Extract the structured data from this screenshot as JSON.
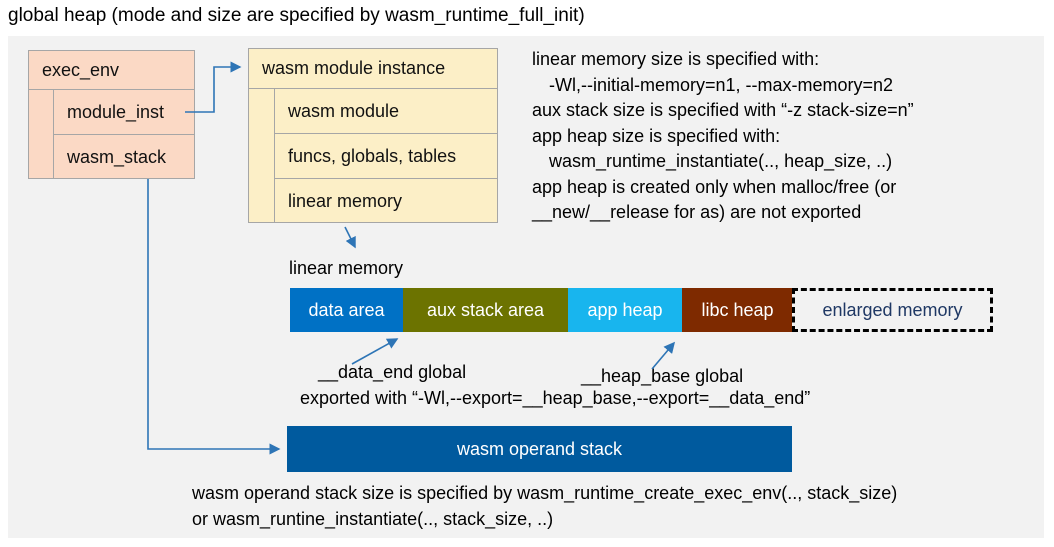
{
  "title": "global heap (mode and size are specified by wasm_runtime_full_init)",
  "exec_env": {
    "header": "exec_env",
    "rows": [
      "module_inst",
      "wasm_stack"
    ]
  },
  "module_instance": {
    "header": "wasm module instance",
    "rows": [
      "wasm module",
      "funcs, globals, tables",
      "linear memory"
    ]
  },
  "notes_right": {
    "lines": [
      "linear memory size is specified with:",
      "-Wl,--initial-memory=n1, --max-memory=n2",
      "aux stack size is specified with “-z stack-size=n”",
      "app heap size is specified with:",
      "wasm_runtime_instantiate(.., heap_size, ..)",
      "app heap is created only when malloc/free (or",
      "__new/__release for as) are not exported"
    ]
  },
  "linear_memory": {
    "label": "linear memory",
    "segments": [
      {
        "label": "data area",
        "color": "#0071C5"
      },
      {
        "label": "aux stack area",
        "color": "#6C7300"
      },
      {
        "label": "app heap",
        "color": "#18B5EE"
      },
      {
        "label": "libc heap",
        "color": "#7E2A00"
      }
    ],
    "enlarged_label": "enlarged memory"
  },
  "annotations": {
    "data_end": "__data_end global",
    "heap_base": "__heap_base global",
    "exported": "exported with “-Wl,--export=__heap_base,--export=__data_end”"
  },
  "operand_stack": {
    "label": "wasm operand stack"
  },
  "notes_bottom": {
    "lines": [
      "wasm operand stack size is specified by wasm_runtime_create_exec_env(.., stack_size)",
      "or wasm_runtine_instantiate(.., stack_size, ..)"
    ]
  },
  "colors": {
    "arrow": "#2E75B6",
    "panel_bg": "#F2F2F2",
    "exec_box_bg": "#FBD9C5",
    "instance_box_bg": "#FCEFC7",
    "operand_stack_bg": "#005A9E",
    "enlarged_text": "#1F3864",
    "data_area": "#0071C5",
    "aux_stack_area": "#6C7300",
    "app_heap": "#18B5EE",
    "libc_heap": "#7E2A00"
  }
}
